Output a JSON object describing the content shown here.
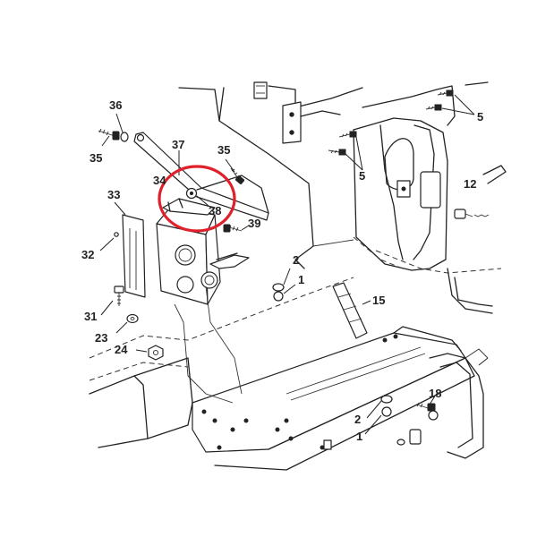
{
  "callouts": [
    {
      "id": "c5a",
      "text": "5"
    },
    {
      "id": "c5b",
      "text": "5"
    },
    {
      "id": "c36",
      "text": "36"
    },
    {
      "id": "c35a",
      "text": "35"
    },
    {
      "id": "c37",
      "text": "37"
    },
    {
      "id": "c35b",
      "text": "35"
    },
    {
      "id": "c34",
      "text": "34"
    },
    {
      "id": "c38",
      "text": "38"
    },
    {
      "id": "c33",
      "text": "33"
    },
    {
      "id": "c39",
      "text": "39"
    },
    {
      "id": "c12",
      "text": "12"
    },
    {
      "id": "c32",
      "text": "32"
    },
    {
      "id": "c2a",
      "text": "2"
    },
    {
      "id": "c1a",
      "text": "1"
    },
    {
      "id": "c15",
      "text": "15"
    },
    {
      "id": "c31",
      "text": "31"
    },
    {
      "id": "c23",
      "text": "23"
    },
    {
      "id": "c24",
      "text": "24"
    },
    {
      "id": "c18",
      "text": "18"
    },
    {
      "id": "c2b",
      "text": "2"
    },
    {
      "id": "c1b",
      "text": "1"
    }
  ],
  "highlight": {
    "color": "#e0202a",
    "target_item": "38"
  }
}
